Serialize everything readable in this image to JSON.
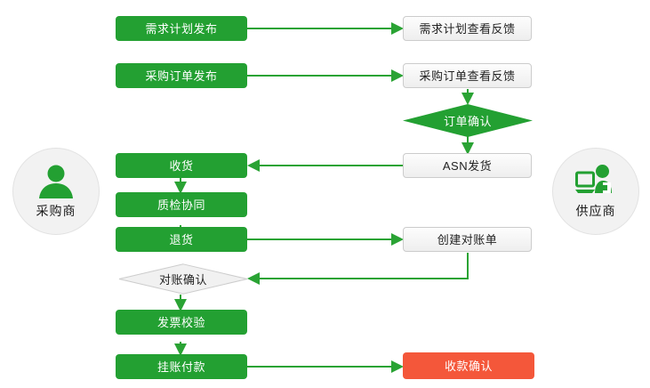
{
  "colors": {
    "green": "#23a032",
    "red": "#f4573a",
    "line": "#2aa334",
    "gray_fill": "#f1f1f1",
    "gray_border": "#cccccc",
    "actor_fill": "#f2f2f2",
    "text_light": "#ffffff",
    "text_dark": "#222222"
  },
  "actors": {
    "left": {
      "label": "采购商",
      "icon": "person-icon"
    },
    "right": {
      "label": "供应商",
      "icon": "person-at-computer-icon"
    }
  },
  "nodes": {
    "demand_plan_publish": {
      "label": "需求计划发布",
      "kind": "green"
    },
    "demand_plan_feedback": {
      "label": "需求计划查看反馈",
      "kind": "gray"
    },
    "po_publish": {
      "label": "采购订单发布",
      "kind": "green"
    },
    "po_feedback": {
      "label": "采购订单查看反馈",
      "kind": "gray"
    },
    "order_confirm": {
      "label": "订单确认",
      "kind": "diamond-green"
    },
    "asn_ship": {
      "label": "ASN发货",
      "kind": "gray"
    },
    "receive_goods": {
      "label": "收货",
      "kind": "green"
    },
    "quality_collab": {
      "label": "质检协同",
      "kind": "green"
    },
    "return_goods": {
      "label": "退货",
      "kind": "green"
    },
    "create_statement": {
      "label": "创建对账单",
      "kind": "gray"
    },
    "statement_confirm": {
      "label": "对账确认",
      "kind": "diamond-gray"
    },
    "invoice_verify": {
      "label": "发票校验",
      "kind": "green"
    },
    "accrue_payment": {
      "label": "挂账付款",
      "kind": "green"
    },
    "receipt_confirm": {
      "label": "收款确认",
      "kind": "red"
    }
  },
  "edges": [
    {
      "from": "demand_plan_publish",
      "to": "demand_plan_feedback",
      "direction": "right"
    },
    {
      "from": "po_publish",
      "to": "po_feedback",
      "direction": "right"
    },
    {
      "from": "po_feedback",
      "to": "order_confirm",
      "direction": "down"
    },
    {
      "from": "order_confirm",
      "to": "asn_ship",
      "direction": "down"
    },
    {
      "from": "asn_ship",
      "to": "receive_goods",
      "direction": "left"
    },
    {
      "from": "receive_goods",
      "to": "quality_collab",
      "direction": "down"
    },
    {
      "from": "quality_collab",
      "to": "return_goods",
      "direction": "down"
    },
    {
      "from": "return_goods",
      "to": "create_statement",
      "direction": "right"
    },
    {
      "from": "create_statement",
      "to": "statement_confirm",
      "direction": "down-left"
    },
    {
      "from": "statement_confirm",
      "to": "invoice_verify",
      "direction": "down"
    },
    {
      "from": "invoice_verify",
      "to": "accrue_payment",
      "direction": "down"
    },
    {
      "from": "accrue_payment",
      "to": "receipt_confirm",
      "direction": "right"
    }
  ]
}
